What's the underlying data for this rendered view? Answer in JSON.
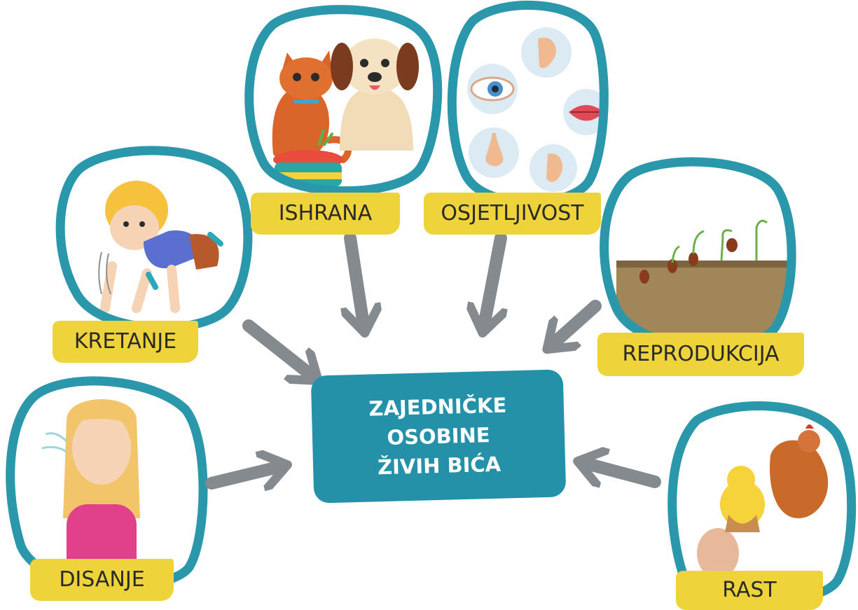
{
  "center": {
    "title": "ZAJEDNIČKE OSOBINE ŽIVIH BIĆA"
  },
  "labels": {
    "ishrana": "ISHRANA",
    "osjetljivost": "OSJETLJIVOST",
    "kretanje": "KRETANJE",
    "reprodukcija": "REPRODUKCIJA",
    "disanje": "DISANJE",
    "rast": "RAST"
  },
  "colors": {
    "bubble_outline": "#2a97ab",
    "center_box": "#2491a8",
    "label_background": "#efd33a",
    "arrow": "#858a8e"
  },
  "icons": {
    "ishrana": "cat-dog-food-bowl-icon",
    "osjetljivost": "five-senses-icon",
    "kretanje": "crawling-child-icon",
    "reprodukcija": "sprouting-seeds-icon",
    "disanje": "breathing-girl-icon",
    "rast": "egg-chick-hen-icon"
  }
}
